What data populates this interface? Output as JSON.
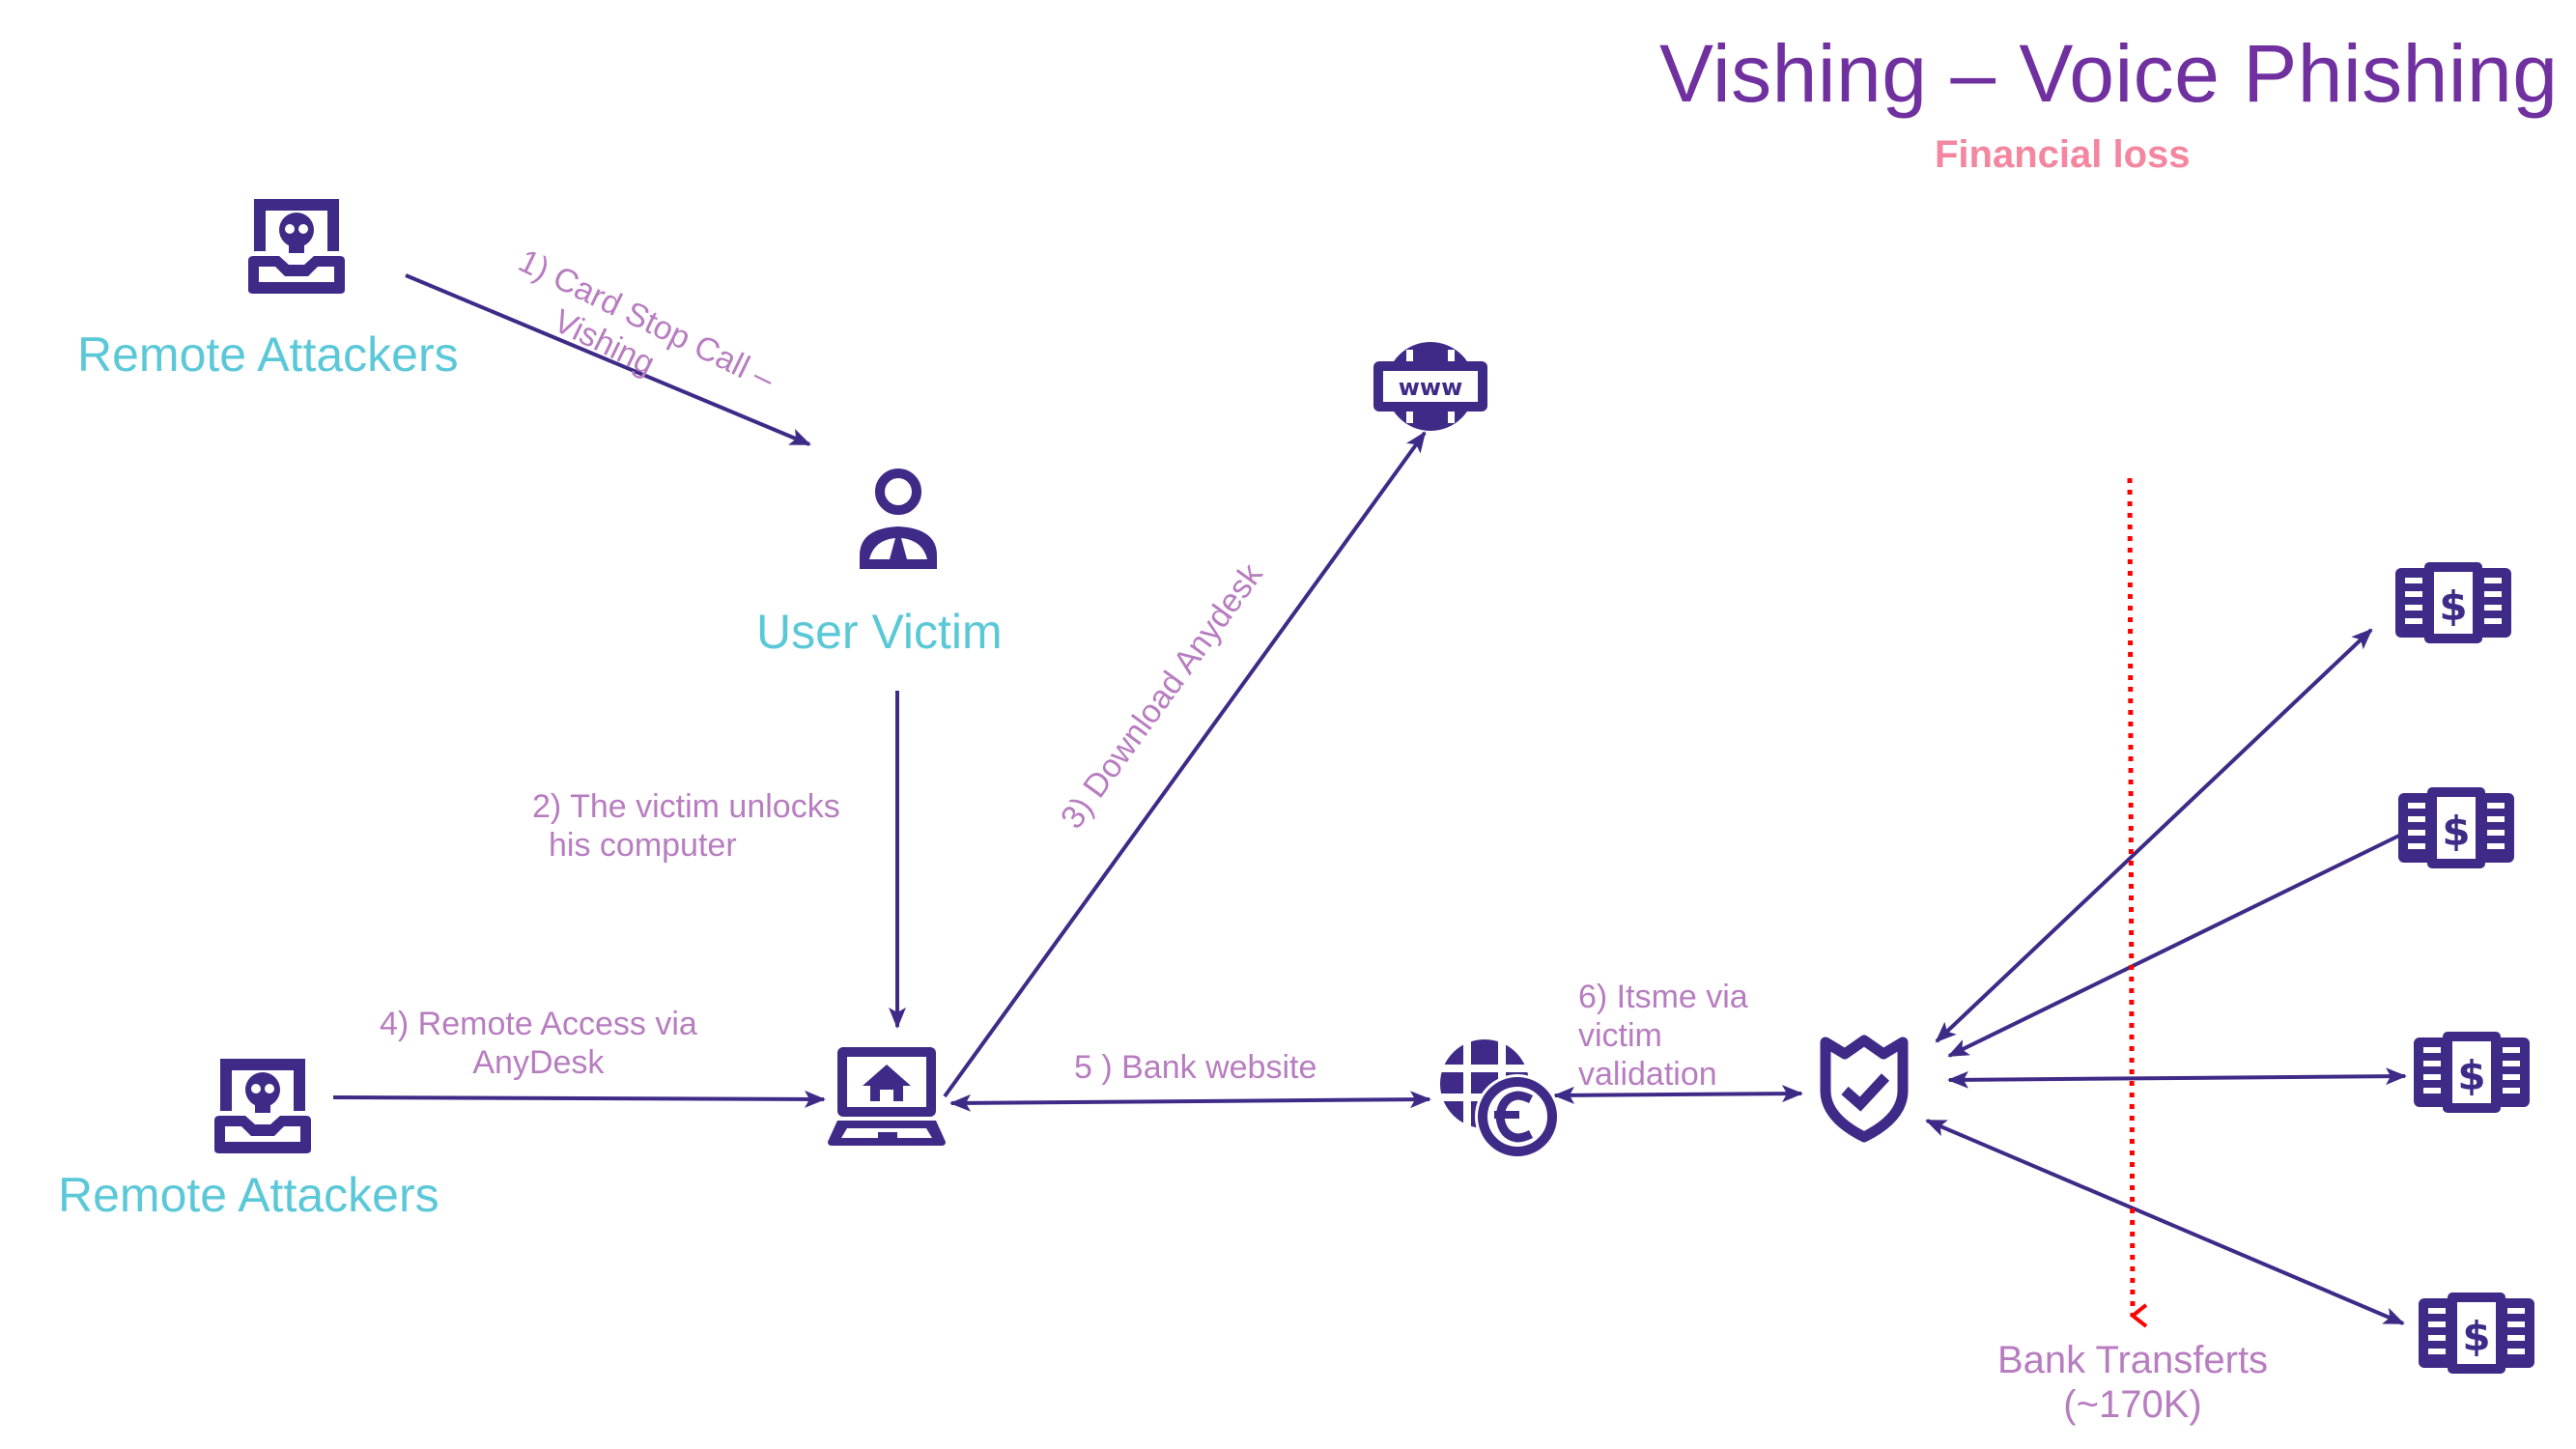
{
  "header": {
    "title": "Vishing – Voice Phishing",
    "subtitle": "Financial loss"
  },
  "colors": {
    "title": "#7030a0",
    "subtitle": "#f4869f",
    "node_label": "#5bc8d8",
    "step_label": "#b77dc0",
    "icon": "#3f2a87",
    "arrow": "#3f2a87",
    "dotted_arrow": "#ff0000"
  },
  "nodes": {
    "attacker_top": {
      "label": "Remote Attackers",
      "icon": "hacker-icon"
    },
    "victim": {
      "label": "User Victim",
      "icon": "user-icon"
    },
    "attacker_bottom": {
      "label": "Remote Attackers",
      "icon": "hacker-icon"
    },
    "laptop": {
      "icon": "laptop-home-icon"
    },
    "www": {
      "icon": "www-globe-icon"
    },
    "bank": {
      "icon": "globe-euro-icon"
    },
    "itsme": {
      "icon": "shield-check-icon"
    },
    "money": [
      {
        "icon": "money-stack-icon"
      },
      {
        "icon": "money-stack-icon"
      },
      {
        "icon": "money-stack-icon"
      },
      {
        "icon": "money-stack-icon"
      }
    ]
  },
  "steps": {
    "s1": {
      "line1": "1) Card Stop Call –",
      "line2": "Vishing"
    },
    "s2": {
      "line1": "2) The victim unlocks",
      "line2": "his computer"
    },
    "s3": {
      "line1": "3) Download Anydesk"
    },
    "s4": {
      "line1": "4) Remote Access via",
      "line2": "AnyDesk"
    },
    "s5": {
      "line1": "5 ) Bank website"
    },
    "s6": {
      "line1": "6) Itsme via",
      "line2": "victim",
      "line3": "validation"
    }
  },
  "outcome": {
    "line1": "Bank Transferts",
    "line2": "(~170K)"
  }
}
